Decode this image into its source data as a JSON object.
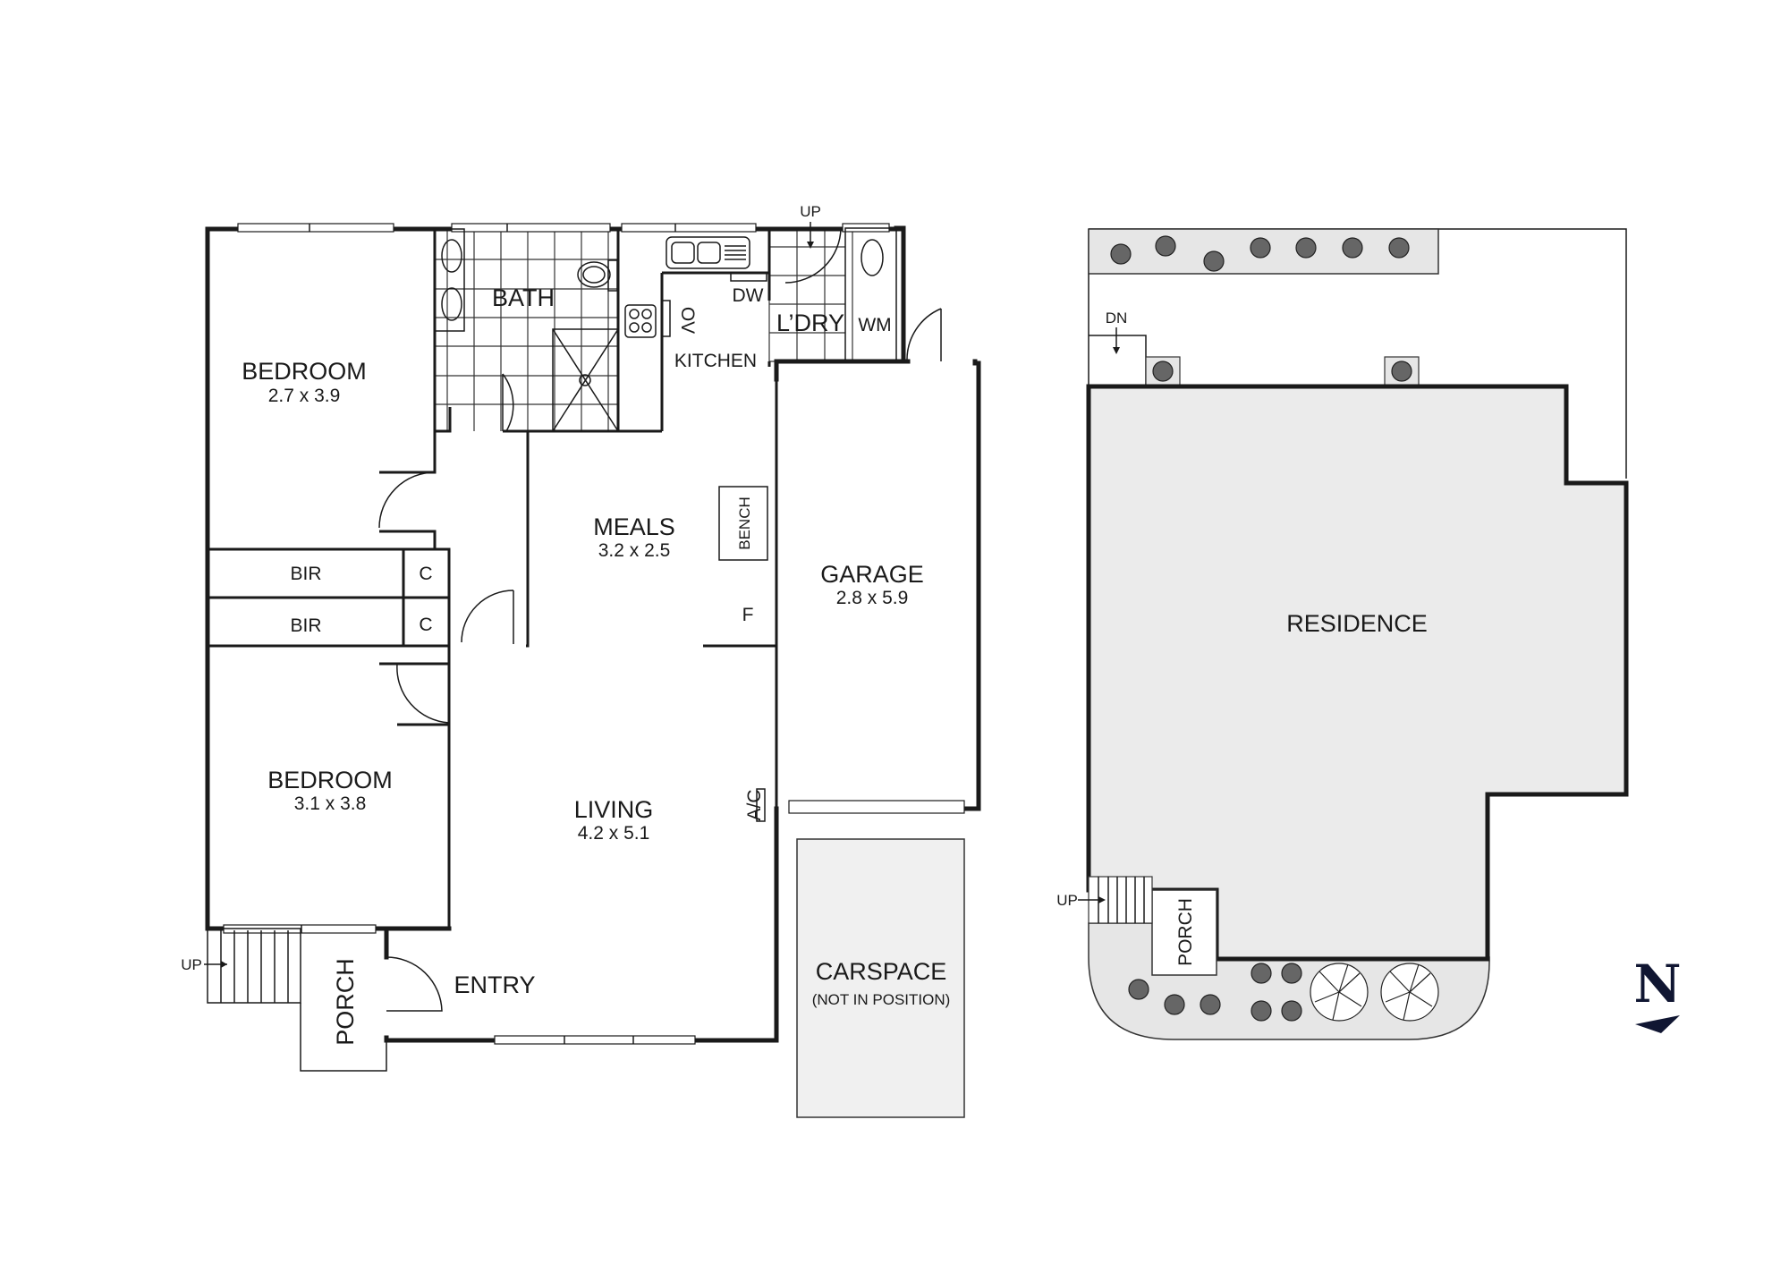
{
  "floor_plan": {
    "rooms": [
      {
        "id": "bedroom1",
        "label": "BEDROOM",
        "dimensions": "2.7 x 3.9"
      },
      {
        "id": "bath",
        "label": "BATH"
      },
      {
        "id": "kitchen",
        "label": "KITCHEN"
      },
      {
        "id": "laundry",
        "label": "L’DRY"
      },
      {
        "id": "meals",
        "label": "MEALS",
        "dimensions": "3.2 x 2.5"
      },
      {
        "id": "garage",
        "label": "GARAGE",
        "dimensions": "2.8 x 5.9"
      },
      {
        "id": "bir1",
        "label": "BIR"
      },
      {
        "id": "bir2",
        "label": "BIR"
      },
      {
        "id": "linen1",
        "label": "C"
      },
      {
        "id": "linen2",
        "label": "C"
      },
      {
        "id": "bedroom2",
        "label": "BEDROOM",
        "dimensions": "3.1 x 3.8"
      },
      {
        "id": "living",
        "label": "LIVING",
        "dimensions": "4.2 x 5.1"
      },
      {
        "id": "entry",
        "label": "ENTRY"
      },
      {
        "id": "porch",
        "label": "PORCH"
      },
      {
        "id": "carspace",
        "label": "CARSPACE",
        "note": "(NOT IN POSITION)"
      }
    ],
    "fixtures": {
      "dishwasher": "DW",
      "oven": "OV",
      "washing_machine": "WM",
      "bench": "BENCH",
      "fridge": "F",
      "air_conditioner": "A/C"
    },
    "stairs": {
      "laundry_up": "UP",
      "porch_up": "UP"
    }
  },
  "site_plan": {
    "residence_label": "RESIDENCE",
    "porch_label": "PORCH",
    "stairs_up": "UP",
    "stairs_down": "DN"
  },
  "compass": {
    "letter": "N",
    "color": "#101632"
  }
}
